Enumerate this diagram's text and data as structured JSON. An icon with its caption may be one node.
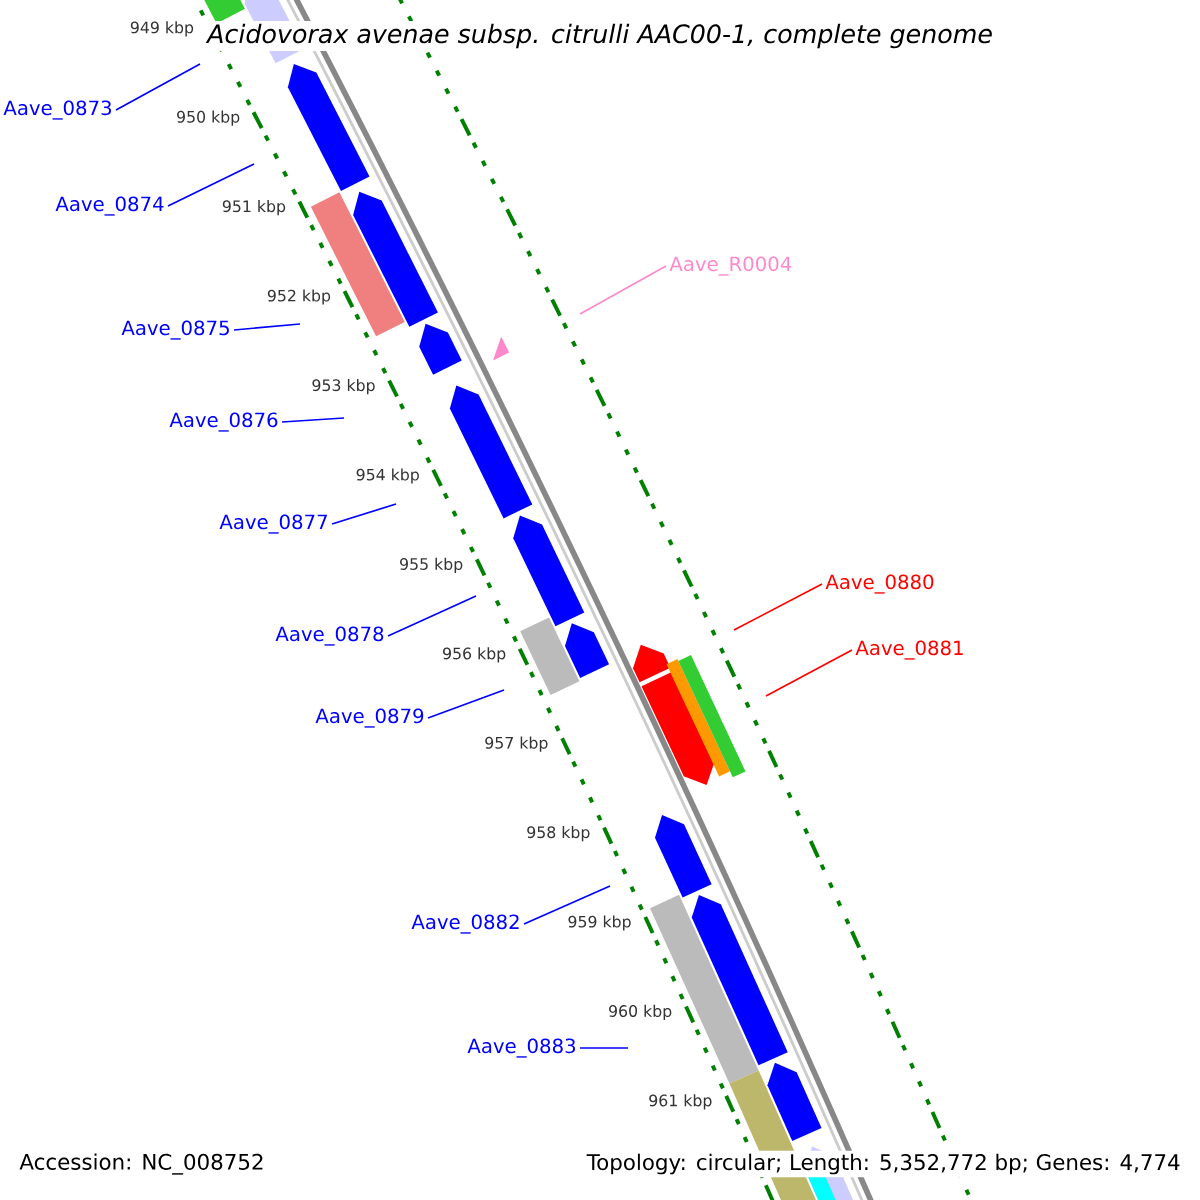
{
  "diagram": {
    "title": "Acidovorax avenae subsp. citrulli AAC00-1, complete genome",
    "nodes": [
      {
        "text": [
          "Aave_0873"
        ]
      },
      {
        "text": [
          "Aave_0874"
        ]
      },
      {
        "text": [
          "Aave_R0004"
        ]
      },
      {
        "text": [
          "Aave_0875"
        ]
      },
      {
        "text": [
          "Aave_0876"
        ]
      },
      {
        "text": [
          "Aave_0877"
        ]
      },
      {
        "text": [
          "Aave_0880"
        ]
      },
      {
        "text": [
          "Aave_0878"
        ]
      },
      {
        "text": [
          "Aave_0881"
        ]
      },
      {
        "text": [
          "Aave_0879"
        ]
      },
      {
        "text": [
          "Aave_0882"
        ]
      },
      {
        "text": [
          "Aave_0883"
        ]
      }
    ],
    "edges": [
      {
        "from": 0,
        "to": null,
        "arrow": "none"
      },
      {
        "from": 1,
        "to": null,
        "arrow": "none"
      },
      {
        "from": 2,
        "to": null,
        "arrow": "none",
        "color": "#ff88cc"
      },
      {
        "from": 3,
        "to": null,
        "arrow": "none"
      },
      {
        "from": 4,
        "to": null,
        "arrow": "none"
      },
      {
        "from": 5,
        "to": null,
        "arrow": "none"
      },
      {
        "from": 6,
        "to": null,
        "arrow": "none",
        "color": "#ff0000"
      },
      {
        "from": 7,
        "to": null,
        "arrow": "none"
      },
      {
        "from": 8,
        "to": null,
        "arrow": "none",
        "color": "#ff0000"
      },
      {
        "from": 9,
        "to": null,
        "arrow": "none"
      },
      {
        "from": 10,
        "to": null,
        "arrow": "none"
      },
      {
        "from": 11,
        "to": null,
        "arrow": "none"
      }
    ],
    "labels": [
      "949 kbp",
      "950 kbp",
      "951 kbp",
      "952 kbp",
      "953 kbp",
      "954 kbp",
      "955 kbp",
      "956 kbp",
      "957 kbp",
      "958 kbp",
      "959 kbp",
      "960 kbp",
      "961 kbp",
      "Accession: NC_008752",
      "Topology: circular; Length: 5,352,772 bp; Genes: 4,774"
    ]
  }
}
